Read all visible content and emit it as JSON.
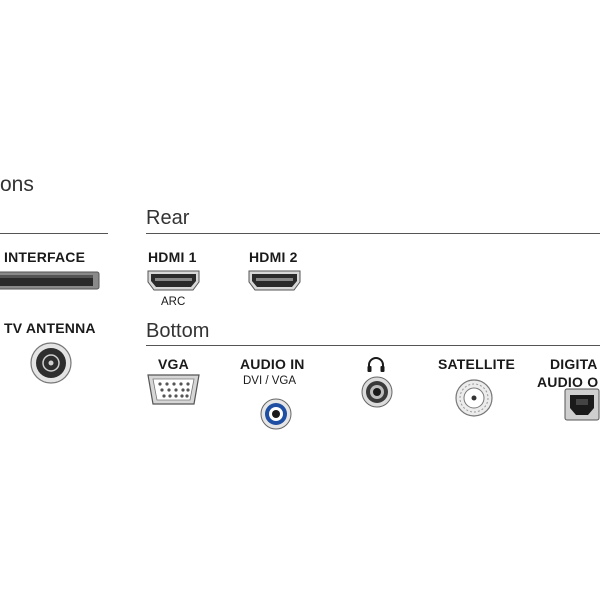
{
  "header": {
    "title": "ons"
  },
  "sections": {
    "side": {
      "rule_present": true
    },
    "rear": {
      "title": "Rear"
    },
    "bottom": {
      "title": "Bottom"
    }
  },
  "ports": {
    "interface": {
      "label": "INTERFACE",
      "icon": "common-interface-slot-icon"
    },
    "tv_antenna": {
      "label": "TV ANTENNA",
      "icon": "coaxial-antenna-icon"
    },
    "hdmi1": {
      "label": "HDMI 1",
      "sub": "ARC",
      "icon": "hdmi-port-icon"
    },
    "hdmi2": {
      "label": "HDMI 2",
      "icon": "hdmi-port-icon"
    },
    "vga": {
      "label": "VGA",
      "icon": "vga-port-icon"
    },
    "audio_in": {
      "label": "AUDIO IN",
      "sub": "DVI / VGA",
      "icon": "audio-jack-blue-icon"
    },
    "headphone": {
      "label": "",
      "icon": "headphone-icon"
    },
    "satellite": {
      "label": "SATELLITE",
      "icon": "satellite-f-connector-icon"
    },
    "digital_audio": {
      "label_line1": "DIGITA",
      "label_line2": "AUDIO O",
      "icon": "optical-audio-port-icon"
    }
  },
  "colors": {
    "audio_in_ring": "#1e4fa3",
    "rule": "#555555",
    "text": "#1a1a1a"
  }
}
